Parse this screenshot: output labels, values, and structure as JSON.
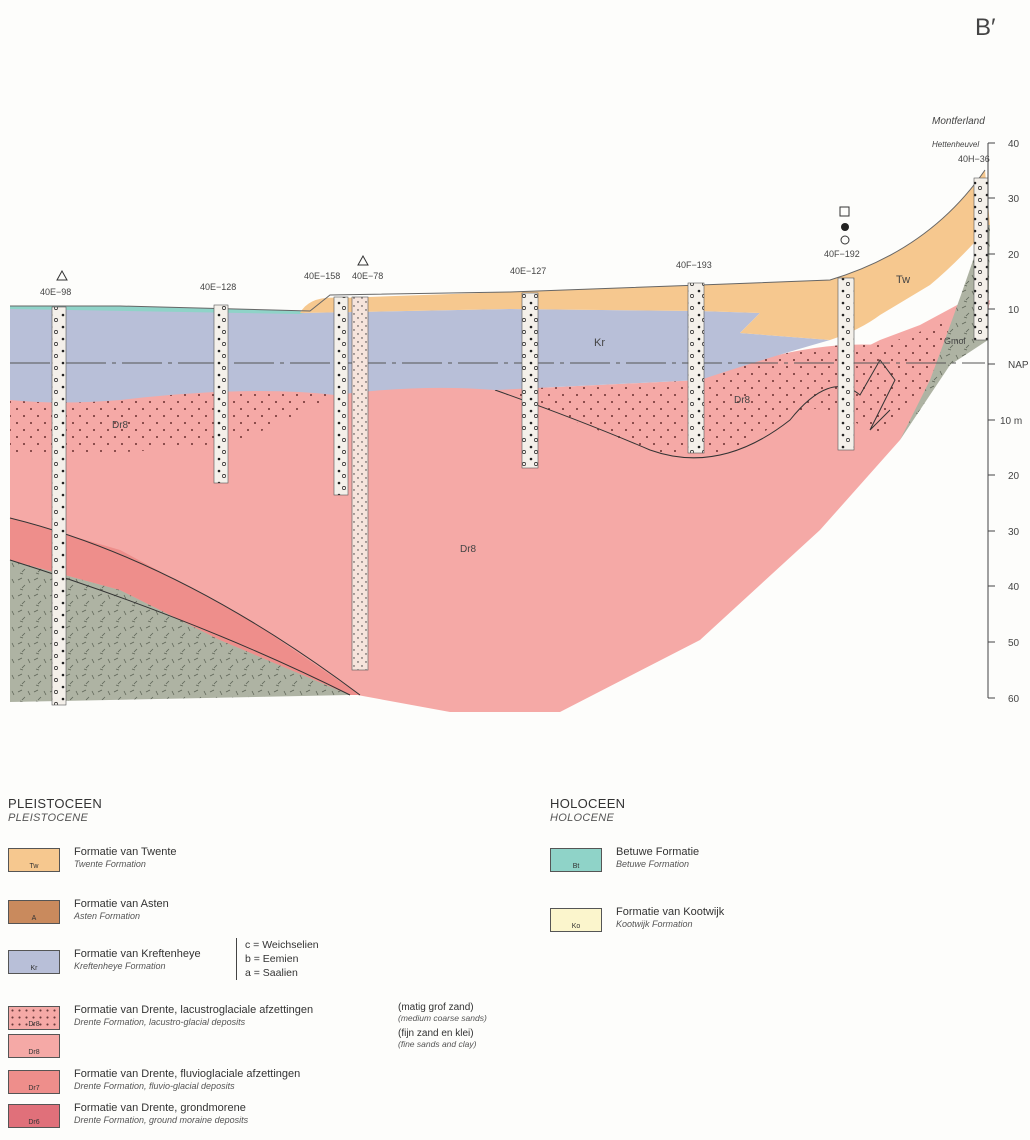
{
  "corner_label": "B′",
  "place_names": {
    "montferland": "Montferland",
    "hettenheuvel": "Hettenheuvel"
  },
  "boreholes": [
    {
      "id": "40E−98"
    },
    {
      "id": "40E−128"
    },
    {
      "id": "40E−158"
    },
    {
      "id": "40E−78"
    },
    {
      "id": "40E−127"
    },
    {
      "id": "40F−193"
    },
    {
      "id": "40F−192"
    },
    {
      "id": "40H−36"
    }
  ],
  "scale_labels": [
    "40",
    "30",
    "20",
    "10",
    "NAP",
    "10 m",
    "20",
    "30",
    "40",
    "50",
    "60"
  ],
  "unit_labels": {
    "tw": "Tw",
    "kr": "Kr",
    "dr8": "Dr8",
    "dr8_upper_left": "Dr8",
    "dr8_upper_right": "Dr8",
    "gmol": "Gmol"
  },
  "legend": {
    "pleistocene": {
      "nl": "PLEISTOCEEN",
      "en": "PLEISTOCENE"
    },
    "holocene": {
      "nl": "HOLOCEEN",
      "en": "HOLOCENE"
    },
    "items": [
      {
        "code": "Tw",
        "nl": "Formatie van Twente",
        "en": "Twente Formation",
        "color": "#f6c88f"
      },
      {
        "code": "A",
        "nl": "Formatie van Asten",
        "en": "Asten Formation",
        "color": "#c98a5d"
      },
      {
        "code": "Kr",
        "nl": "Formatie van Kreftenheye",
        "en": "Kreftenheye Formation",
        "color": "#b8bfd8"
      },
      {
        "code": "Dr8",
        "nl": "Formatie van Drente, lacustroglaciale afzettingen",
        "en": "Drente Formation, lacustro-glacial deposits",
        "color": "#f5a9a6"
      },
      {
        "code": "Dr8",
        "nl": "",
        "en": "",
        "color": "#f5a9a6"
      },
      {
        "code": "Dr7",
        "nl": "Formatie van Drente, fluvioglaciale afzettingen",
        "en": "Drente Formation, fluvio-glacial deposits",
        "color": "#ee8e8b"
      },
      {
        "code": "Dr6",
        "nl": "Formatie van Drente, grondmorene",
        "en": "Drente Formation, ground moraine deposits",
        "color": "#e0707a"
      },
      {
        "code": "Bt",
        "nl": "Betuwe Formatie",
        "en": "Betuwe Formation",
        "color": "#8fd3c8"
      },
      {
        "code": "Ko",
        "nl": "Formatie van Kootwijk",
        "en": "Kootwijk Formation",
        "color": "#fbf5cc"
      }
    ],
    "kr_subunits": [
      "c = Weichselien",
      "b = Eemien",
      "a = Saalien"
    ],
    "sand_notes": {
      "coarse_nl": "(matig grof zand)",
      "coarse_en": "(medium coarse sands)",
      "fine_nl": "(fijn zand en klei)",
      "fine_en": "(fine sands and clay)"
    }
  }
}
